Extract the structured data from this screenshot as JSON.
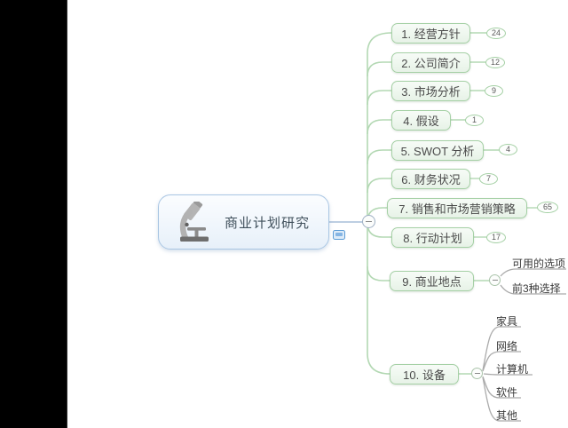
{
  "root": {
    "label": "商业计划研究"
  },
  "branches": [
    {
      "label": "1. 经营方针",
      "count": "24"
    },
    {
      "label": "2. 公司简介",
      "count": "12"
    },
    {
      "label": "3. 市场分析",
      "count": "9"
    },
    {
      "label": "4. 假设",
      "count": "1"
    },
    {
      "label": "5. SWOT 分析",
      "count": "4"
    },
    {
      "label": "6. 财务状况",
      "count": "7"
    },
    {
      "label": "7. 销售和市场营销策略",
      "count": "65"
    },
    {
      "label": "8. 行动计划",
      "count": "17"
    },
    {
      "label": "9. 商业地点",
      "children": [
        {
          "label": "可用的选项"
        },
        {
          "label": "前3种选择"
        }
      ]
    },
    {
      "label": "10. 设备",
      "children": [
        {
          "label": "家具"
        },
        {
          "label": "网络"
        },
        {
          "label": "计算机"
        },
        {
          "label": "软件"
        },
        {
          "label": "其他"
        }
      ]
    }
  ],
  "colors": {
    "branch_border": "#a5d0a5",
    "branch_line": "#b3d8b3",
    "sub_branch_line": "#ababab",
    "root_border": "#a9c6e3",
    "root_line": "#a7bdd8",
    "letterbox": "#000000"
  }
}
